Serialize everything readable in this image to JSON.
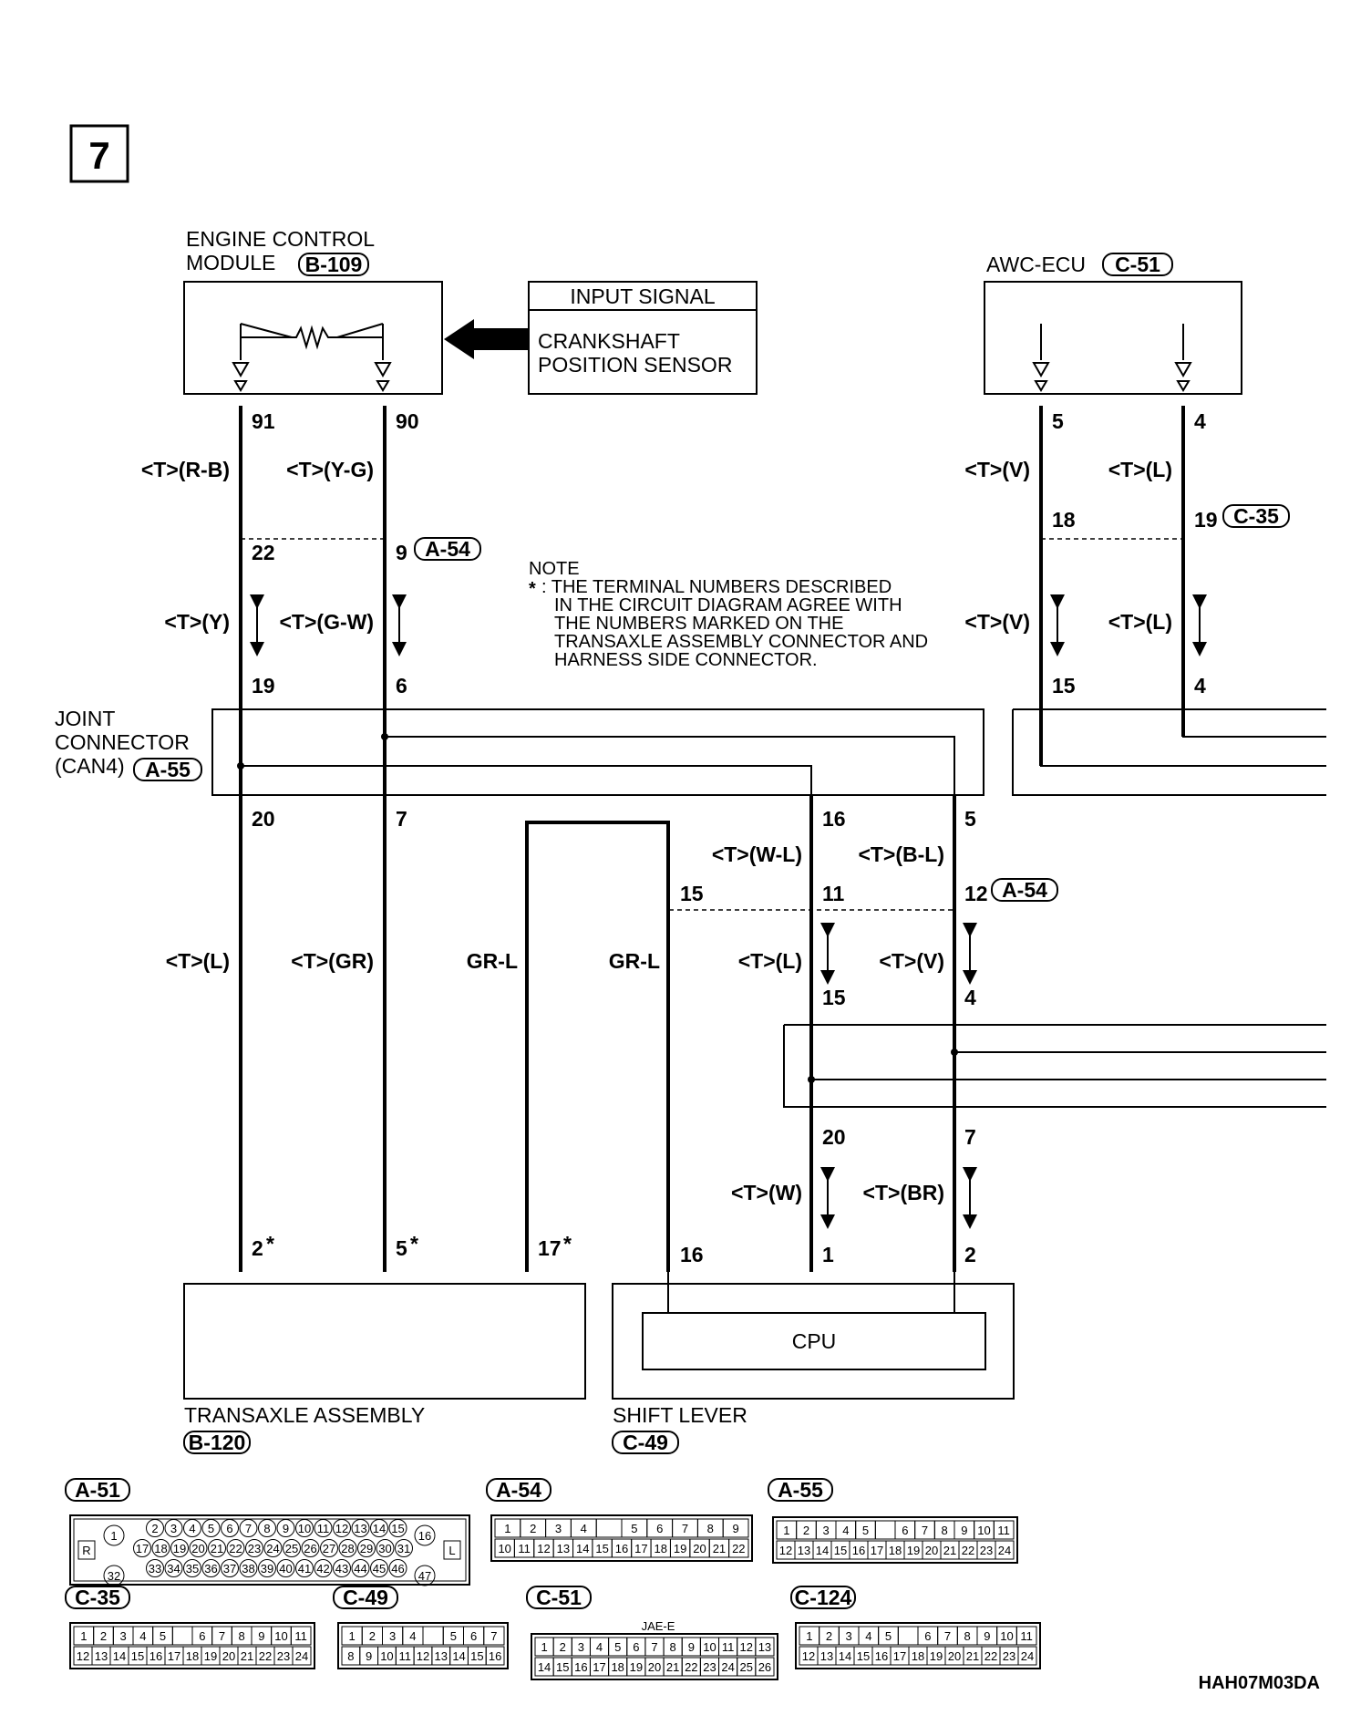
{
  "section_number": "7",
  "ecm": {
    "title_line1": "ENGINE CONTROL",
    "title_line2": "MODULE",
    "connector": "B-109"
  },
  "input_signal": {
    "header": "INPUT SIGNAL",
    "line1": "CRANKSHAFT",
    "line2": "POSITION SENSOR"
  },
  "awc_ecu": {
    "title": "AWC-ECU",
    "connector": "C-51"
  },
  "joint": {
    "line1": "JOINT",
    "line2": "CONNECTOR",
    "line3": "(CAN4)",
    "connector": "A-55"
  },
  "note": {
    "heading": "NOTE",
    "star": "*",
    "line1": ": THE TERMINAL NUMBERS DESCRIBED",
    "line2": "IN THE CIRCUIT DIAGRAM AGREE WITH",
    "line3": "THE NUMBERS MARKED ON THE",
    "line4": "TRANSAXLE ASSEMBLY CONNECTOR AND",
    "line5": "HARNESS SIDE CONNECTOR."
  },
  "transaxle": {
    "title": "TRANSAXLE ASSEMBLY",
    "connector": "B-120"
  },
  "shift_lever": {
    "title": "SHIFT LEVER",
    "connector": "C-49",
    "cpu": "CPU"
  },
  "wires": {
    "w91": "<T>(R-B)",
    "w90": "<T>(Y-G)",
    "wy": "<T>(Y)",
    "wgw": "<T>(G-W)",
    "wl": "<T>(L)",
    "wgr": "<T>(GR)",
    "grl1": "GR-L",
    "grl2": "GR-L",
    "wwl": "<T>(W-L)",
    "wbl": "<T>(B-L)",
    "wl2": "<T>(L)",
    "wv2": "<T>(V)",
    "ww": "<T>(W)",
    "wbr": "<T>(BR)",
    "awc_v1": "<T>(V)",
    "awc_l1": "<T>(L)",
    "awc_v2": "<T>(V)",
    "awc_l2": "<T>(L)"
  },
  "terminals": {
    "t91": "91",
    "t90": "90",
    "t22": "22",
    "t9": "9",
    "t19": "19",
    "t6": "6",
    "t20": "20",
    "t7": "7",
    "t2": "2",
    "t5": "5",
    "t17": "17",
    "t16": "16",
    "t5b": "5",
    "t15": "15",
    "t11": "11",
    "t12": "12",
    "t15b": "15",
    "t4": "4",
    "t20b": "20",
    "t7b": "7",
    "t16b": "16",
    "t1": "1",
    "t2b": "2",
    "awc5": "5",
    "awc4": "4",
    "awc18": "18",
    "awc19": "19",
    "awc15": "15",
    "awc4b": "4"
  },
  "connectors": {
    "a54_1": "A-54",
    "a54_2": "A-54",
    "c35": "C-35"
  },
  "connector_views": {
    "a51": {
      "label": "A-51",
      "row1": [
        "2",
        "3",
        "4",
        "5",
        "6",
        "7",
        "8",
        "9",
        "10",
        "11",
        "12",
        "13",
        "14",
        "15"
      ],
      "row2": [
        "17",
        "18",
        "19",
        "20",
        "21",
        "22",
        "23",
        "24",
        "25",
        "26",
        "27",
        "28",
        "29",
        "30",
        "31"
      ],
      "row3": [
        "33",
        "34",
        "35",
        "36",
        "37",
        "38",
        "39",
        "40",
        "41",
        "42",
        "43",
        "44",
        "45",
        "46"
      ],
      "left_top": "1",
      "left_bottom": "32",
      "right_top": "16",
      "right_bottom": "47",
      "left_mark": "R",
      "right_mark": "L"
    },
    "a54": {
      "label": "A-54",
      "row1": [
        "1",
        "2",
        "3",
        "4",
        "",
        "5",
        "6",
        "7",
        "8",
        "9"
      ],
      "row2": [
        "10",
        "11",
        "12",
        "13",
        "14",
        "15",
        "16",
        "17",
        "18",
        "19",
        "20",
        "21",
        "22"
      ]
    },
    "a55": {
      "label": "A-55",
      "row1": [
        "1",
        "2",
        "3",
        "4",
        "5",
        "",
        "6",
        "7",
        "8",
        "9",
        "10",
        "11"
      ],
      "row2": [
        "12",
        "13",
        "14",
        "15",
        "16",
        "17",
        "18",
        "19",
        "20",
        "21",
        "22",
        "23",
        "24"
      ]
    },
    "c35": {
      "label": "C-35",
      "row1": [
        "1",
        "2",
        "3",
        "4",
        "5",
        "",
        "6",
        "7",
        "8",
        "9",
        "10",
        "11"
      ],
      "row2": [
        "12",
        "13",
        "14",
        "15",
        "16",
        "17",
        "18",
        "19",
        "20",
        "21",
        "22",
        "23",
        "24"
      ]
    },
    "c49": {
      "label": "C-49",
      "row1": [
        "1",
        "2",
        "3",
        "4",
        "",
        "5",
        "6",
        "7"
      ],
      "row2": [
        "8",
        "9",
        "10",
        "11",
        "12",
        "13",
        "14",
        "15",
        "16"
      ]
    },
    "c51": {
      "label": "C-51",
      "header": "JAE-E",
      "row1": [
        "1",
        "2",
        "3",
        "4",
        "5",
        "6",
        "7",
        "8",
        "9",
        "10",
        "11",
        "12",
        "13"
      ],
      "row2": [
        "14",
        "15",
        "16",
        "17",
        "18",
        "19",
        "20",
        "21",
        "22",
        "23",
        "24",
        "25",
        "26"
      ]
    },
    "c124": {
      "label": "C-124",
      "row1": [
        "1",
        "2",
        "3",
        "4",
        "5",
        "",
        "6",
        "7",
        "8",
        "9",
        "10",
        "11"
      ],
      "row2": [
        "12",
        "13",
        "14",
        "15",
        "16",
        "17",
        "18",
        "19",
        "20",
        "21",
        "22",
        "23",
        "24"
      ]
    }
  },
  "figure_code": "HAH07M03DA"
}
